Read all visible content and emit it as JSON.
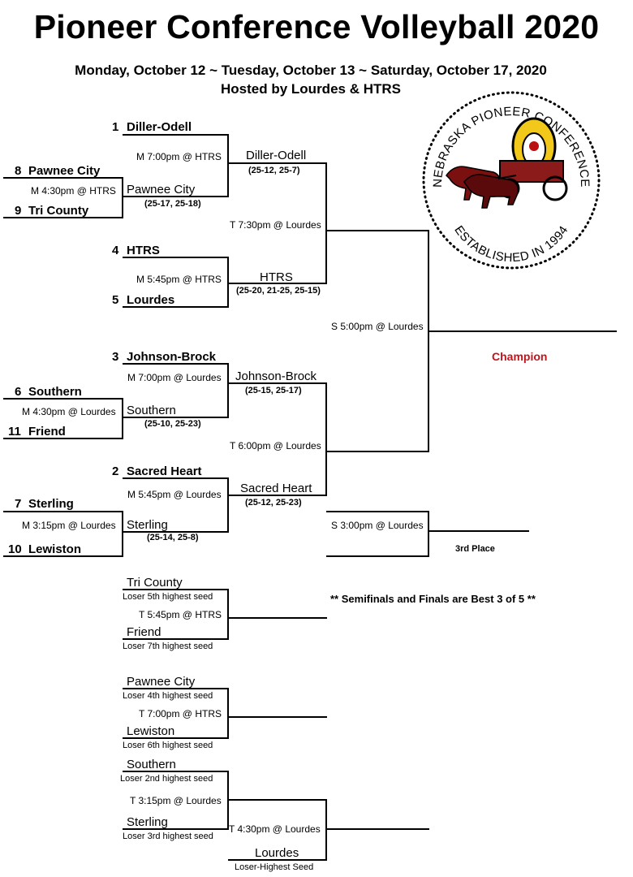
{
  "header": {
    "title": "Pioneer Conference Volleyball 2020",
    "dates": "Monday, October 12 ~ Tuesday, October 13 ~ Saturday, October 17, 2020",
    "host": "Hosted by Lourdes & HTRS"
  },
  "logo": {
    "top_text": "NEBRASKA PIONEER CONFERENCE",
    "bottom_text": "ESTABLISHED IN 1994",
    "icon": "covered-wagon-with-oxen"
  },
  "first_round": [
    {
      "seed_a": "8",
      "team_a": "Pawnee City",
      "seed_b": "9",
      "team_b": "Tri County",
      "game": "M 4:30pm @ HTRS",
      "winner": "Pawnee City",
      "score": "(25-17, 25-18)"
    },
    {
      "seed_a": "6",
      "team_a": "Southern",
      "seed_b": "11",
      "team_b": "Friend",
      "game": "M 4:30pm @ Lourdes",
      "winner": "Southern",
      "score": "(25-10, 25-23)"
    },
    {
      "seed_a": "7",
      "team_a": "Sterling",
      "seed_b": "10",
      "team_b": "Lewiston",
      "game": "M 3:15pm @ Lourdes",
      "winner": "Sterling",
      "score": "(25-14, 25-8)"
    }
  ],
  "quarterfinals": [
    {
      "seed": "1",
      "team": "Diller-Odell",
      "game": "M 7:00pm @ HTRS",
      "winner": "Diller-Odell",
      "score": "(25-12, 25-7)"
    },
    {
      "seed_a": "4",
      "team_a": "HTRS",
      "seed_b": "5",
      "team_b": "Lourdes",
      "game": "M 5:45pm @ HTRS",
      "winner": "HTRS",
      "score": "(25-20, 21-25, 25-15)"
    },
    {
      "seed": "3",
      "team": "Johnson-Brock",
      "game": "M 7:00pm @ Lourdes",
      "winner": "Johnson-Brock",
      "score": "(25-15, 25-17)"
    },
    {
      "seed": "2",
      "team": "Sacred Heart",
      "game": "M 5:45pm @ Lourdes",
      "winner": "Sacred Heart",
      "score": "(25-12, 25-23)"
    }
  ],
  "semifinals": [
    {
      "game": "T 7:30pm @ Lourdes"
    },
    {
      "game": "T 6:00pm @ Lourdes"
    }
  ],
  "final": {
    "game": "S 5:00pm @ Lourdes",
    "label": "Champion"
  },
  "third_place": {
    "game": "S 3:00pm @ Lourdes",
    "label": "3rd Place"
  },
  "note": "** Semifinals and Finals are Best 3 of 5 **",
  "consolation": [
    {
      "team_a": "Tri County",
      "desc_a": "Loser 5th highest seed",
      "game": "T 5:45pm @ HTRS",
      "team_b": "Friend",
      "desc_b": "Loser 7th highest seed"
    },
    {
      "team_a": "Pawnee City",
      "desc_a": "Loser 4th highest seed",
      "game": "T 7:00pm @ HTRS",
      "team_b": "Lewiston",
      "desc_b": "Loser 6th highest seed"
    },
    {
      "team_a": "Southern",
      "desc_a": "Loser 2nd highest seed",
      "game": "T 3:15pm @ Lourdes",
      "team_b": "Sterling",
      "desc_b": "Loser 3rd highest seed",
      "game2": "T 4:30pm @ Lourdes",
      "team_c": "Lourdes",
      "desc_c": "Loser-Highest Seed"
    }
  ]
}
